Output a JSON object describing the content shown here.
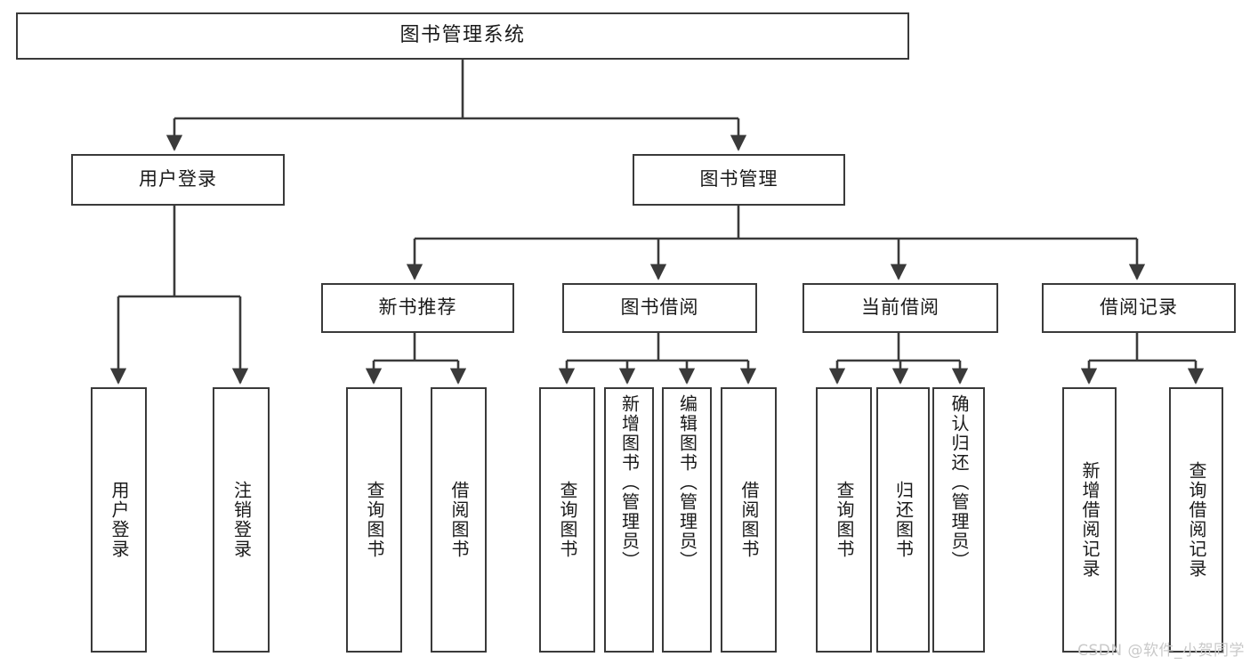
{
  "diagram": {
    "title": "图书管理系统",
    "type": "tree-hierarchy",
    "watermark": "CSDN @软件_小贺同学",
    "colors": {
      "stroke": "#3a3a3a",
      "fill": "#ffffff",
      "text": "#1a1a1a",
      "watermark": "#c9c9c9"
    },
    "root": {
      "label": "图书管理系统"
    },
    "level2": [
      {
        "label": "用户登录"
      },
      {
        "label": "图书管理"
      }
    ],
    "level3": [
      {
        "label": "新书推荐"
      },
      {
        "label": "图书借阅"
      },
      {
        "label": "当前借阅"
      },
      {
        "label": "借阅记录"
      }
    ],
    "leaves": {
      "user_login": [
        {
          "label": "用户登录"
        },
        {
          "label": "注销登录"
        }
      ],
      "new_book_recommend": [
        {
          "label": "查询图书"
        },
        {
          "label": "借阅图书"
        }
      ],
      "book_borrow": [
        {
          "label": "查询图书"
        },
        {
          "label": "新增图书（管理员）"
        },
        {
          "label": "编辑图书（管理员）"
        },
        {
          "label": "借阅图书"
        }
      ],
      "current_borrow": [
        {
          "label": "查询图书"
        },
        {
          "label": "归还图书"
        },
        {
          "label": "确认归还（管理员）"
        }
      ],
      "borrow_record": [
        {
          "label": "新增借阅记录"
        },
        {
          "label": "查询借阅记录"
        }
      ]
    }
  }
}
